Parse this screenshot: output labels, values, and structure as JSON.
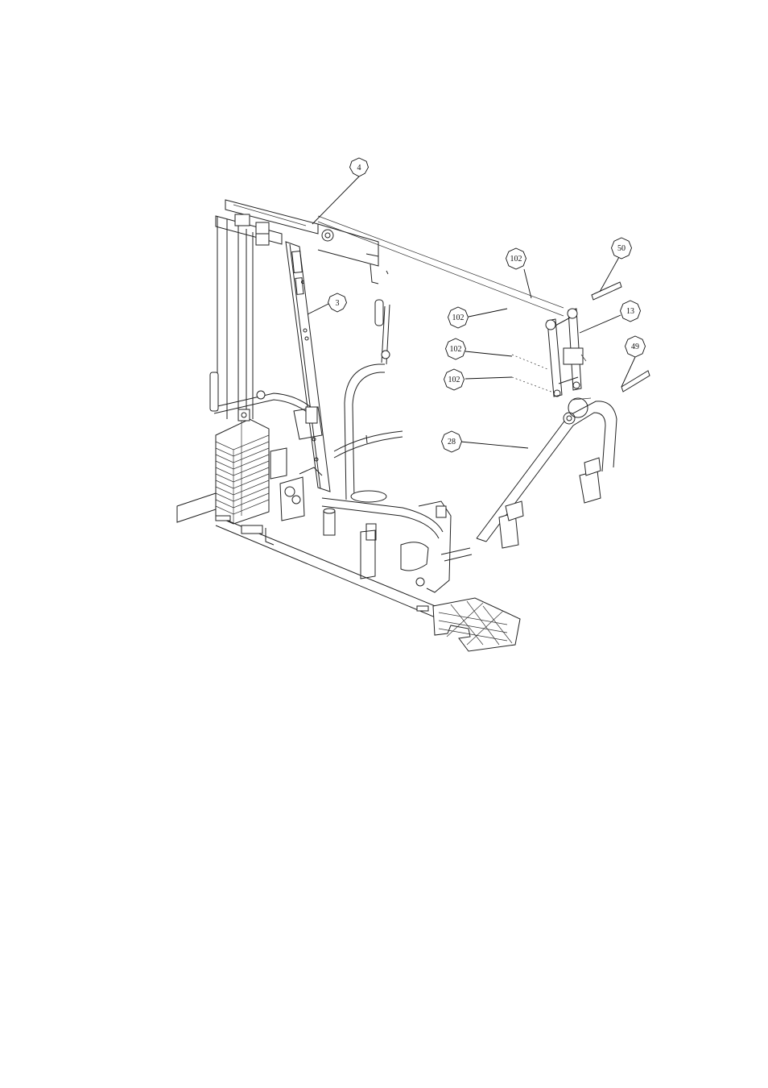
{
  "diagram": {
    "callouts": [
      {
        "id": "c4",
        "label": "4"
      },
      {
        "id": "c3",
        "label": "3"
      },
      {
        "id": "c102a",
        "label": "102"
      },
      {
        "id": "c50",
        "label": "50"
      },
      {
        "id": "c102b",
        "label": "102"
      },
      {
        "id": "c13",
        "label": "13"
      },
      {
        "id": "c102c",
        "label": "102"
      },
      {
        "id": "c49",
        "label": "49"
      },
      {
        "id": "c102d",
        "label": "102"
      },
      {
        "id": "c28",
        "label": "28"
      }
    ]
  }
}
